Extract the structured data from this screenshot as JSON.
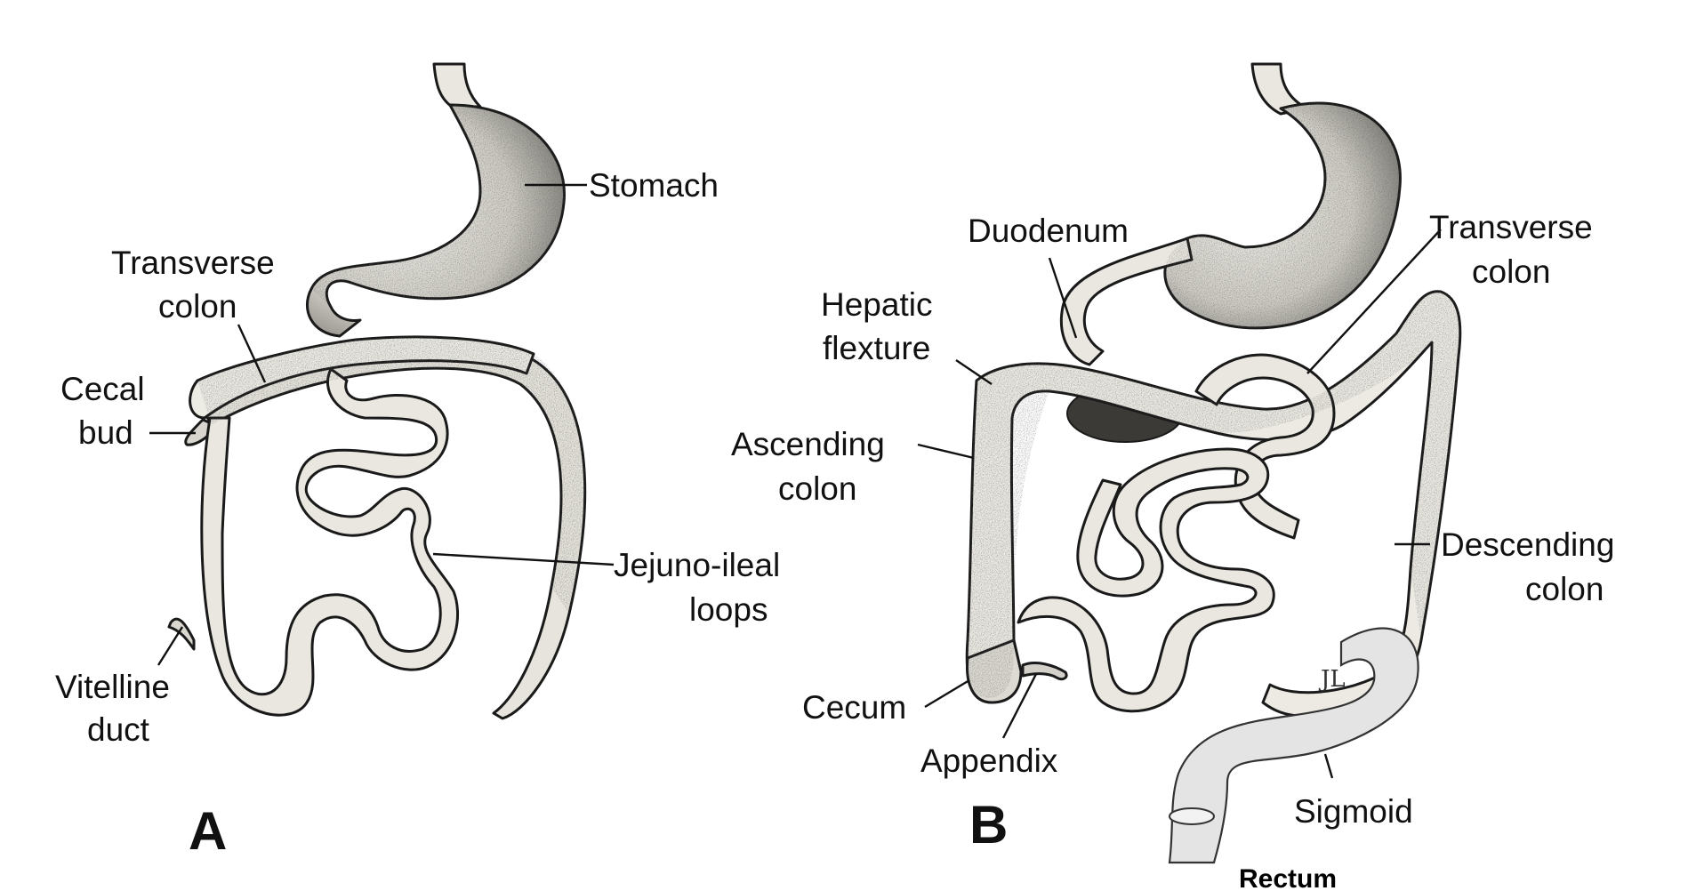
{
  "colors": {
    "organ_fill": "#f1efe8",
    "organ_dark": "#9c9a92",
    "outline": "#1a1a1a",
    "rectum_fill": "#e4e4e4",
    "background": "#ffffff"
  },
  "panels": {
    "a": {
      "letter": "A",
      "labels": {
        "stomach": "Stomach",
        "transverse_1": "Transverse",
        "transverse_2": "colon",
        "cecal_1": "Cecal",
        "cecal_2": "bud",
        "jejuno_1": "Jejuno-ileal",
        "jejuno_2": "loops",
        "vitelline_1": "Vitelline",
        "vitelline_2": "duct"
      }
    },
    "b": {
      "letter": "B",
      "labels": {
        "duodenum": "Duodenum",
        "transverse_1": "Transverse",
        "transverse_2": "colon",
        "hepatic_1": "Hepatic",
        "hepatic_2": "flexture",
        "ascending_1": "Ascending",
        "ascending_2": "colon",
        "descending_1": "Descending",
        "descending_2": "colon",
        "cecum": "Cecum",
        "appendix": "Appendix",
        "sigmoid": "Sigmoid",
        "rectum": "Rectum",
        "artist_mark": "JL"
      }
    }
  }
}
